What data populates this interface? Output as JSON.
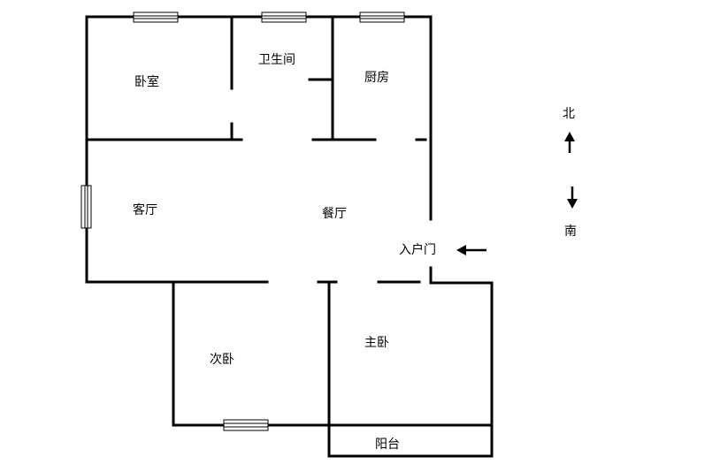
{
  "rooms": {
    "bedroom": "卧室",
    "bathroom": "卫生间",
    "kitchen": "厨房",
    "living_room": "客厅",
    "dining_room": "餐厅",
    "entrance": "入户门",
    "second_bedroom": "次卧",
    "master_bedroom": "主卧",
    "balcony": "阳台"
  },
  "compass": {
    "north": "北",
    "south": "南"
  },
  "colors": {
    "wall": "#000000",
    "background": "#ffffff"
  }
}
